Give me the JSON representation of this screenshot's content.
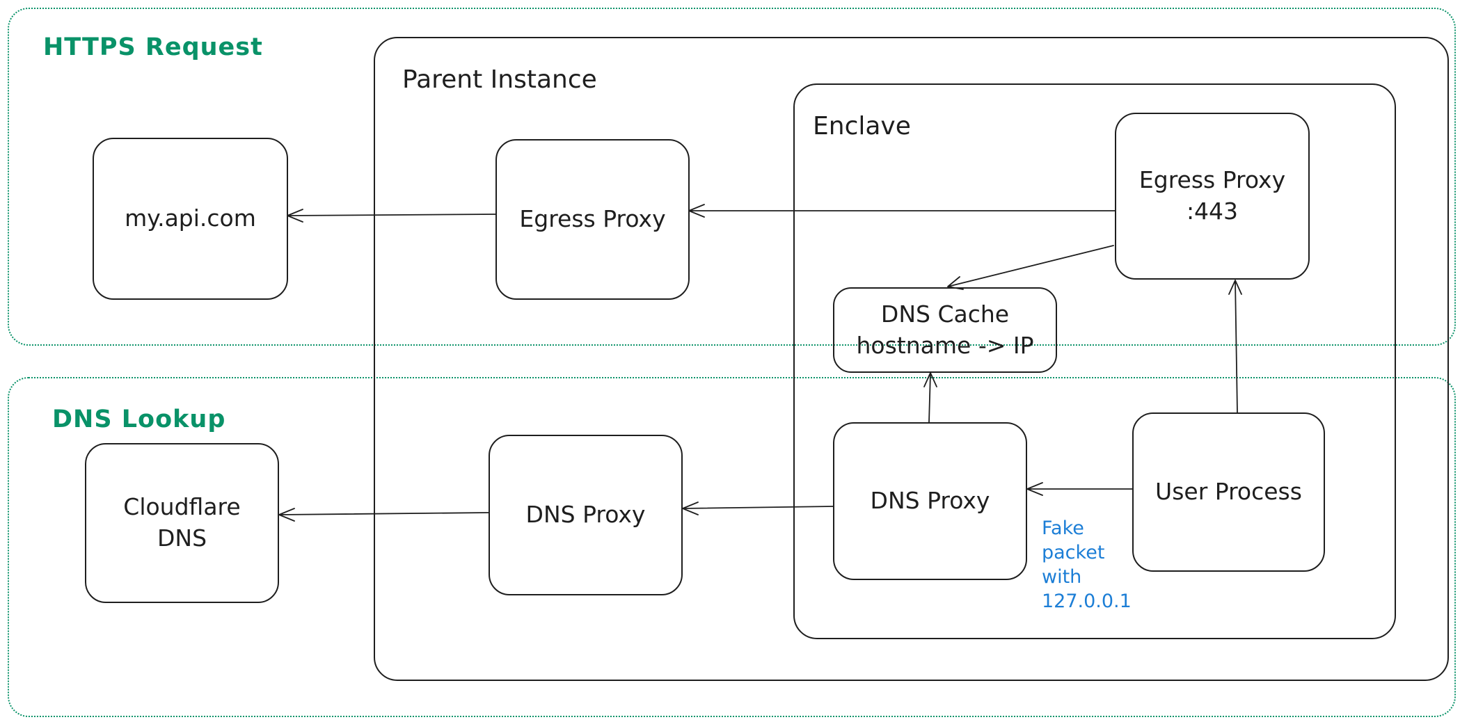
{
  "colors": {
    "accent_green": "#099268",
    "annotation_blue": "#1c7ed6",
    "stroke": "#1e1e1e",
    "background": "#ffffff"
  },
  "regions": {
    "https": {
      "label": "HTTPS Request"
    },
    "dns": {
      "label": "DNS Lookup"
    }
  },
  "containers": {
    "parent_instance": {
      "label": "Parent Instance"
    },
    "enclave": {
      "label": "Enclave"
    }
  },
  "nodes": {
    "my_api": {
      "label": "my.api.com"
    },
    "egress_parent": {
      "label": "Egress Proxy"
    },
    "egress_443": {
      "label": "Egress Proxy",
      "label2": ":443"
    },
    "dns_cache": {
      "label": "DNS Cache",
      "label2": "hostname -> IP"
    },
    "dns_proxy_enclave": {
      "label": "DNS Proxy"
    },
    "user_process": {
      "label": "User Process"
    },
    "dns_proxy_parent": {
      "label": "DNS Proxy"
    },
    "cloudflare": {
      "label": "Cloudflare",
      "label2": "DNS"
    }
  },
  "annotation": {
    "lines": [
      "Fake",
      "packet",
      "with",
      "127.0.0.1"
    ]
  }
}
